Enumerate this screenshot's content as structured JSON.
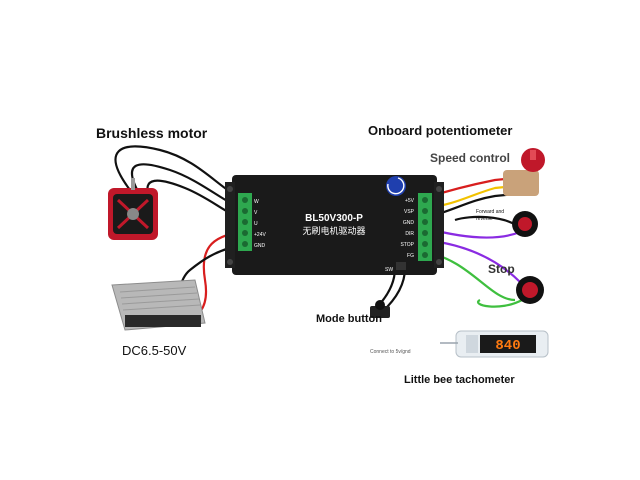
{
  "labels": {
    "brushless_motor": "Brushless motor",
    "onboard_potentiometer": "Onboard potentiometer",
    "speed_control": "Speed control",
    "forward_reverse": "Forward and reverse",
    "stop": "Stop",
    "mode_button": "Mode button",
    "power_supply": "DC6.5-50V",
    "tachometer": "Little bee tachometer",
    "connect_to": "Connect to 5v/gnd"
  },
  "controller": {
    "model": "BL50V300-P",
    "subtitle": "无刷电机驱动器",
    "left_terminals": [
      "W",
      "V",
      "U",
      "+24V",
      "GND"
    ],
    "right_terminals": [
      "+5V",
      "VSP",
      "GND",
      "DIR",
      "STOP",
      "FG"
    ],
    "mode_switch_label": "SW"
  },
  "tachometer_display": "840",
  "colors": {
    "controller_body": "#1a1a1a",
    "terminal_block": "#2ea84f",
    "motor_red": "#c0182a",
    "wire_red": "#d81e1e",
    "wire_black": "#111111",
    "wire_yellow": "#f2c200",
    "wire_purple": "#8a2be2",
    "wire_green": "#3fbf3f",
    "display_orange": "#ff7a10"
  }
}
